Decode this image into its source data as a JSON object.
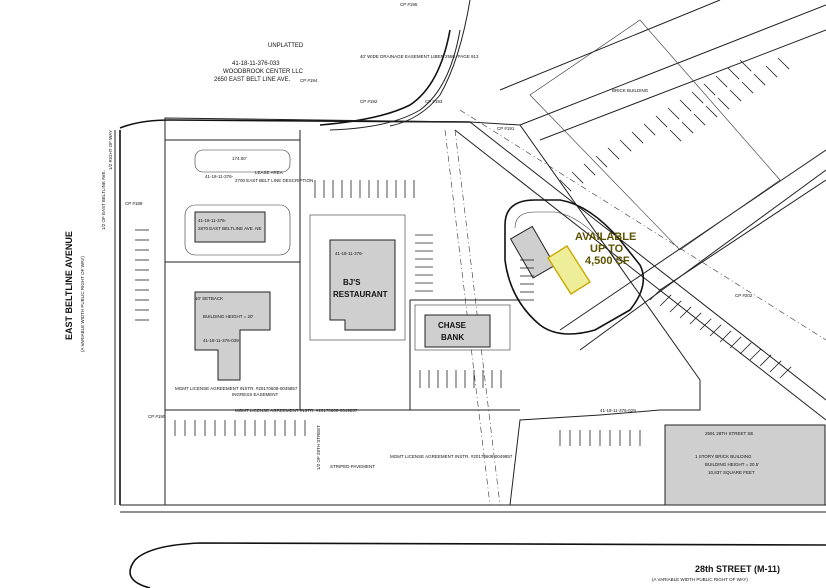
{
  "map": {
    "labels": {
      "unplatted": "UNPLATTED",
      "parcel_top_id": "41-18-11-376-033",
      "parcel_top_owner": "WOODBROOK CENTER LLC",
      "parcel_top_address": "2650 EAST BELT LINE AVE.",
      "drainage_easement": "40' WIDE DRAINAGE EASEMENT LIBER 2580, PAGE 913",
      "brick_building_ne": "BRICK BUILDING",
      "lease_area": "LEASE AREA",
      "lease_address": "2700 EAST BELT LINE DESCRIPTION",
      "lease_parcel": "41-18-11-376-",
      "dim_174": "174.00'",
      "upper_bldg_parcel": "41-18-11-376-",
      "upper_bldg_address": "2870 EAST BELTLINE AVE. NE",
      "bjs_parcel": "41-18-11-376-",
      "bjs_label": "BJ'S\nRESTAURANT",
      "chase_label": "CHASE\nBANK",
      "lower_parcel": "41-18-11-376-039",
      "lower_bldg": "BUILDING HEIGHT = 20'",
      "ingress_1": "INGRESS EASEMENT",
      "mgmt_1": "MGMT LICENSE AGREEMENT INSTR. #20170608-0049857",
      "mgmt_2": "MGMT LICENSE AGREEMENT INSTR. #20170608-0049857",
      "mgmt_3": "MGMT LICENSE AGREEMENT INSTR. #20170608-0049857",
      "row_label": "1/2 RIGHT OF WAY",
      "right_of_way_v": "1/2 RIGHT OF WAY",
      "se_parcel": "41-18-11-376-029",
      "se_address": "2591 28TH STREET SE",
      "se_bldg": "1 STORY BRICK BUILDING",
      "se_height": "BUILDING HEIGHT = 20.5'",
      "se_sqft": "10,837 SQUARE FEET",
      "striping": "STRIPED PAVEMENT",
      "setback": "10' SETBACK",
      "street_label_v": "1/2 OF 28TH STREET",
      "cp_195": "CP #195",
      "cp_194": "CP #194",
      "cp_192": "CP #192",
      "cp_193": "CP #193",
      "cp_191": "CP #191",
      "cp_189": "CP #189",
      "cp_190": "CP #190",
      "cp_202": "CP #202",
      "east_beltline_v": "1/2 OF EAST BELTLINE AVE."
    },
    "available": {
      "line1": "AVAILABLE",
      "line2": "UP TO",
      "line3": "4,500 SF"
    },
    "roads": {
      "east_beltline_name": "EAST BELTLINE AVENUE",
      "east_beltline_sub": "(A VARIABLE WIDTH PUBLIC RIGHT OF WAY)",
      "street_28_name": "28th STREET (M-11)",
      "street_28_sub": "(A VARIABLE WIDTH PUBLIC RIGHT OF WAY)"
    },
    "colors": {
      "highlight_fill": "#eeee99",
      "highlight_stroke": "#c9a800",
      "building_fill": "#cfcfcf"
    }
  }
}
